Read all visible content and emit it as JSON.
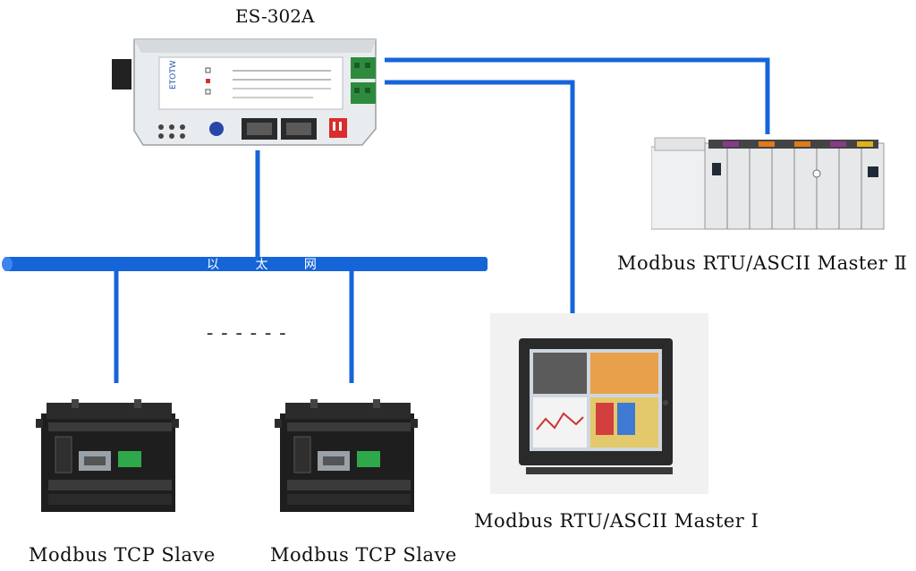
{
  "converter": {
    "title": "ES-302A"
  },
  "network": {
    "label": "以 太 网",
    "ellipsis": "------"
  },
  "devices": {
    "slave_1": {
      "label": "Modbus TCP Slave"
    },
    "slave_2": {
      "label": "Modbus TCP Slave"
    },
    "master_1": {
      "label": "Modbus RTU/ASCII Master  Ⅰ"
    },
    "master_2": {
      "label": "Modbus RTU/ASCII Master Ⅱ"
    }
  },
  "colors": {
    "wire": "#1565d8",
    "bus": "#1565d8",
    "plc_body": "#1e1e1e",
    "hmi_frame": "#2a2a2a"
  }
}
